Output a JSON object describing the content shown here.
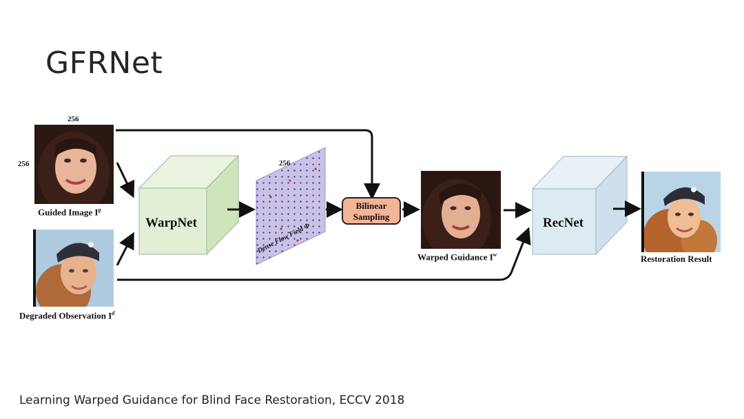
{
  "slide": {
    "title": "GFRNet",
    "footer": "Learning Warped Guidance for Blind Face Restoration, ECCV 2018"
  },
  "diagram": {
    "guided_image": {
      "label": "Guided Image I",
      "superscript": "g",
      "dim_top": "256",
      "dim_left": "256"
    },
    "degraded_observation": {
      "label": "Degraded Observation I",
      "superscript": "d"
    },
    "warpnet": {
      "label": "WarpNet",
      "color": "#e2efd5"
    },
    "flow_field": {
      "label": "Dense Flow Field Φ",
      "dim": "256"
    },
    "bilinear": {
      "line1": "Bilinear",
      "line2": "Sampling",
      "color": "#f4b496"
    },
    "warped_guidance": {
      "label": "Warped Guidance I",
      "superscript": "w"
    },
    "recnet": {
      "label": "RecNet",
      "color": "#dceaf2"
    },
    "restoration_result": {
      "label": "Restoration Result"
    }
  }
}
